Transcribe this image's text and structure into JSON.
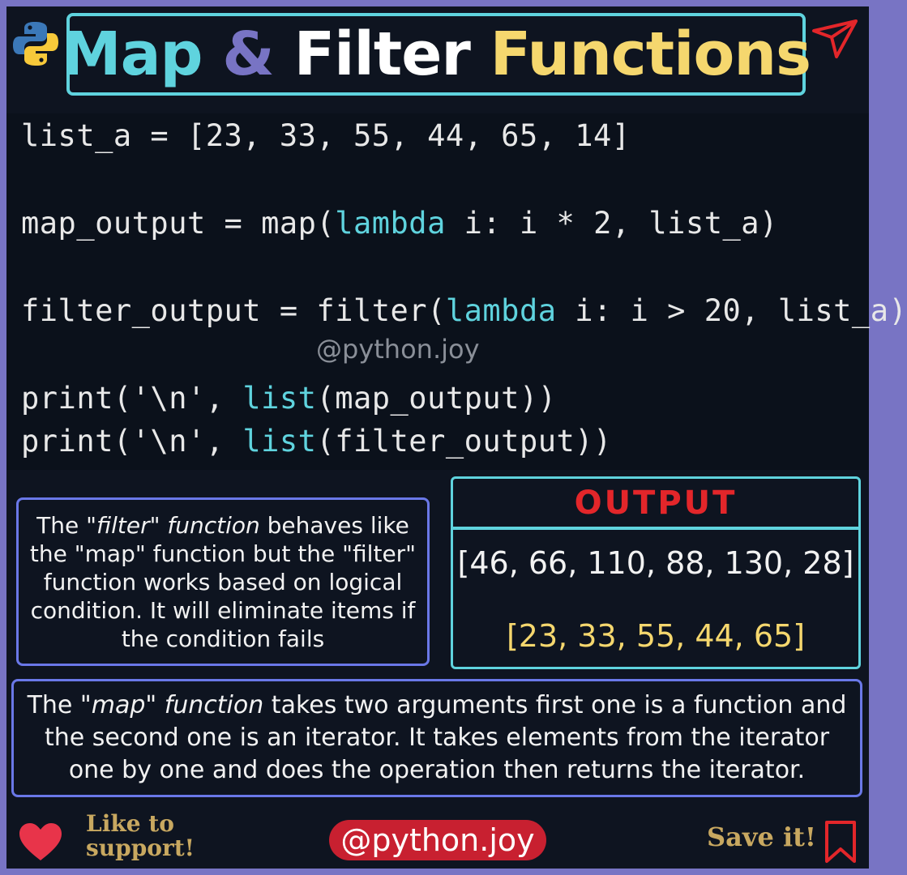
{
  "title": {
    "map": "Map",
    "amp": "&",
    "filter": "Filter",
    "functions": "Functions"
  },
  "icons": {
    "python_logo": "python-logo-icon",
    "send": "paper-plane-icon",
    "like": "heart-icon",
    "save": "bookmark-icon"
  },
  "colors": {
    "accent_cyan": "#5fd3de",
    "accent_yellow": "#f5d76e",
    "accent_purple": "#7874c4",
    "output_red": "#e3262a",
    "box_border_blue": "#6a78e8",
    "pill_red": "#c82030",
    "footer_gold": "#c8a860"
  },
  "code": {
    "line1": "list_a = [23, 33, 55, 44, 65, 14]",
    "line2_a": "map_output = map(",
    "line2_kw": "lambda",
    "line2_b": " i: i * 2, list_a)",
    "line3_a": "filter_output = filter(",
    "line3_kw": "lambda",
    "line3_b": " i: i > 20, list_a)",
    "line4_a": "print('\\n', ",
    "line4_kw": "list",
    "line4_b": "(map_output))",
    "line5_a": "print('\\n', ",
    "line5_kw": "list",
    "line5_b": "(filter_output))"
  },
  "watermark": "@python.joy",
  "filter_note": {
    "italic": "\"filter\" function",
    "prefix": "The ",
    "rest": " behaves like the \"map\" function but the \"filter\" function works based on logical condition. It will eliminate items if the condition fails"
  },
  "output": {
    "heading": "OUTPUT",
    "map_result": "[46, 66, 110, 88, 130, 28]",
    "filter_result": "[23, 33, 55, 44, 65]"
  },
  "map_note": {
    "prefix": "The ",
    "italic": "\"map\" function",
    "rest": " takes two arguments first one is a function and the second one is an iterator. It takes elements from the iterator one by one and does the operation then returns the iterator."
  },
  "footer": {
    "like_line1": "Like to",
    "like_line2": "support!",
    "handle": "@python.joy",
    "save": "Save it!"
  }
}
